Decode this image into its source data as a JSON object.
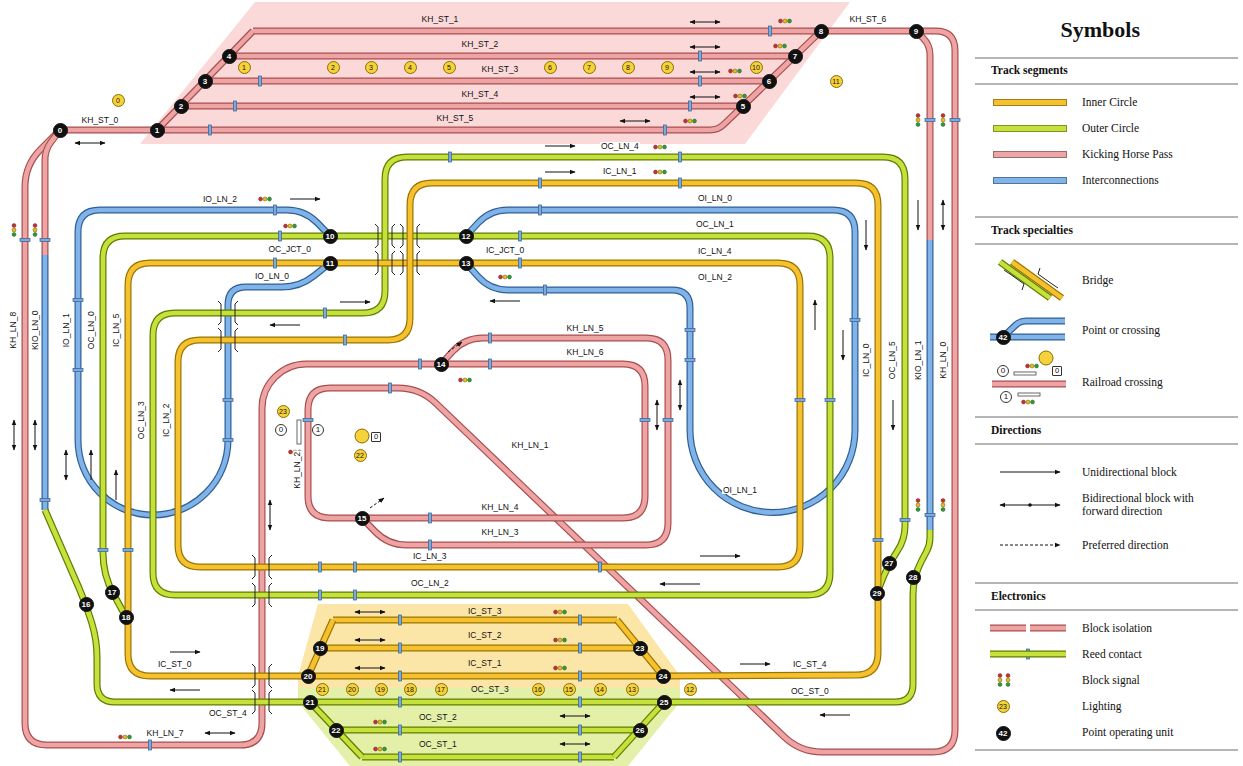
{
  "diagram": {
    "nodes": [
      {
        "text": [
          "0"
        ]
      },
      {
        "text": [
          "1"
        ]
      },
      {
        "text": [
          "2"
        ]
      },
      {
        "text": [
          "3"
        ]
      },
      {
        "text": [
          "4"
        ]
      },
      {
        "text": [
          "5"
        ]
      },
      {
        "text": [
          "6"
        ]
      },
      {
        "text": [
          "7"
        ]
      },
      {
        "text": [
          "8"
        ]
      },
      {
        "text": [
          "9"
        ]
      },
      {
        "text": [
          "10"
        ]
      },
      {
        "text": [
          "11"
        ]
      },
      {
        "text": [
          "12"
        ]
      },
      {
        "text": [
          "13"
        ]
      },
      {
        "text": [
          "14"
        ]
      },
      {
        "text": [
          "15"
        ]
      },
      {
        "text": [
          "16"
        ]
      },
      {
        "text": [
          "17"
        ]
      },
      {
        "text": [
          "18"
        ]
      },
      {
        "text": [
          "19"
        ]
      },
      {
        "text": [
          "20"
        ]
      },
      {
        "text": [
          "21"
        ]
      },
      {
        "text": [
          "22"
        ]
      },
      {
        "text": [
          "23"
        ]
      },
      {
        "text": [
          "24"
        ]
      },
      {
        "text": [
          "25"
        ]
      },
      {
        "text": [
          "26"
        ]
      },
      {
        "text": [
          "27"
        ]
      },
      {
        "text": [
          "28"
        ]
      },
      {
        "text": [
          "29"
        ]
      },
      {
        "text": [
          "0"
        ]
      },
      {
        "text": [
          "1"
        ]
      },
      {
        "text": [
          "2"
        ]
      },
      {
        "text": [
          "3"
        ]
      },
      {
        "text": [
          "4"
        ]
      },
      {
        "text": [
          "5"
        ]
      },
      {
        "text": [
          "6"
        ]
      },
      {
        "text": [
          "7"
        ]
      },
      {
        "text": [
          "8"
        ]
      },
      {
        "text": [
          "9"
        ]
      },
      {
        "text": [
          "10"
        ]
      },
      {
        "text": [
          "11"
        ]
      },
      {
        "text": [
          "12"
        ]
      },
      {
        "text": [
          "13"
        ]
      },
      {
        "text": [
          "14"
        ]
      },
      {
        "text": [
          "15"
        ]
      },
      {
        "text": [
          "16"
        ]
      },
      {
        "text": [
          "17"
        ]
      },
      {
        "text": [
          "18"
        ]
      },
      {
        "text": [
          "19"
        ]
      },
      {
        "text": [
          "20"
        ]
      },
      {
        "text": [
          "21"
        ]
      },
      {
        "text": [
          "22"
        ]
      },
      {
        "text": [
          "23"
        ]
      },
      {
        "text": [
          "0"
        ]
      },
      {
        "text": [
          "1"
        ]
      },
      {
        "text": [
          "0"
        ]
      }
    ],
    "labels": [
      "KH_ST_1",
      "KH_ST_6",
      "KH_ST_2",
      "KH_ST_3",
      "KH_ST_4",
      "KH_ST_5",
      "KH_ST_0",
      "OC_LN_4",
      "IC_LN_1",
      "IO_LN_2",
      "OI_LN_0",
      "OC_LN_1",
      "OC_JCT_0",
      "IC_JCT_0",
      "IC_LN_4",
      "IO_LN_0",
      "OI_LN_2",
      "KH_LN_5",
      "KH_LN_6",
      "KH_LN_1",
      "KH_LN_2",
      "KH_LN_4",
      "KH_LN_3",
      "OI_LN_1",
      "IC_LN_3",
      "OC_LN_2",
      "IC_ST_3",
      "IC_ST_2",
      "IC_ST_1",
      "IC_ST_0",
      "IC_ST_4",
      "OC_ST_4",
      "OC_ST_3",
      "OC_ST_0",
      "OC_ST_2",
      "OC_ST_1",
      "KH_LN_7",
      "KH_LN_8",
      "KIO_LN_0",
      "IO_LN_1",
      "OC_LN_0",
      "IC_LN_5",
      "OC_LN_3",
      "IC_LN_2",
      "IC_LN_0",
      "OC_LN_5",
      "KIO_LN_1",
      "KH_LN_0",
      "Symbols",
      "Track segments",
      "Track specialties",
      "Directions",
      "Electronics",
      "42",
      "0",
      "0",
      "1",
      "23",
      "42"
    ],
    "legend": [
      {
        "text": "Inner Circle",
        "color": "#f6c12e"
      },
      {
        "text": "Outer Circle",
        "color": "#c6e13c"
      },
      {
        "text": "Kicking Horse Pass",
        "color": "#eea4a4"
      },
      {
        "text": "Interconnections",
        "color": "#80b4e8"
      },
      {
        "text": "Bridge"
      },
      {
        "text": "Point or crossing"
      },
      {
        "text": "Railroad crossing"
      },
      {
        "text": "Unidirectional block"
      },
      {
        "text": "Bidirectional block with forward direction"
      },
      {
        "text": "Preferred direction"
      },
      {
        "text": "Block isolation"
      },
      {
        "text": "Reed contact"
      },
      {
        "text": "Block signal"
      },
      {
        "text": "Lighting"
      },
      {
        "text": "Point operating unit"
      }
    ]
  }
}
